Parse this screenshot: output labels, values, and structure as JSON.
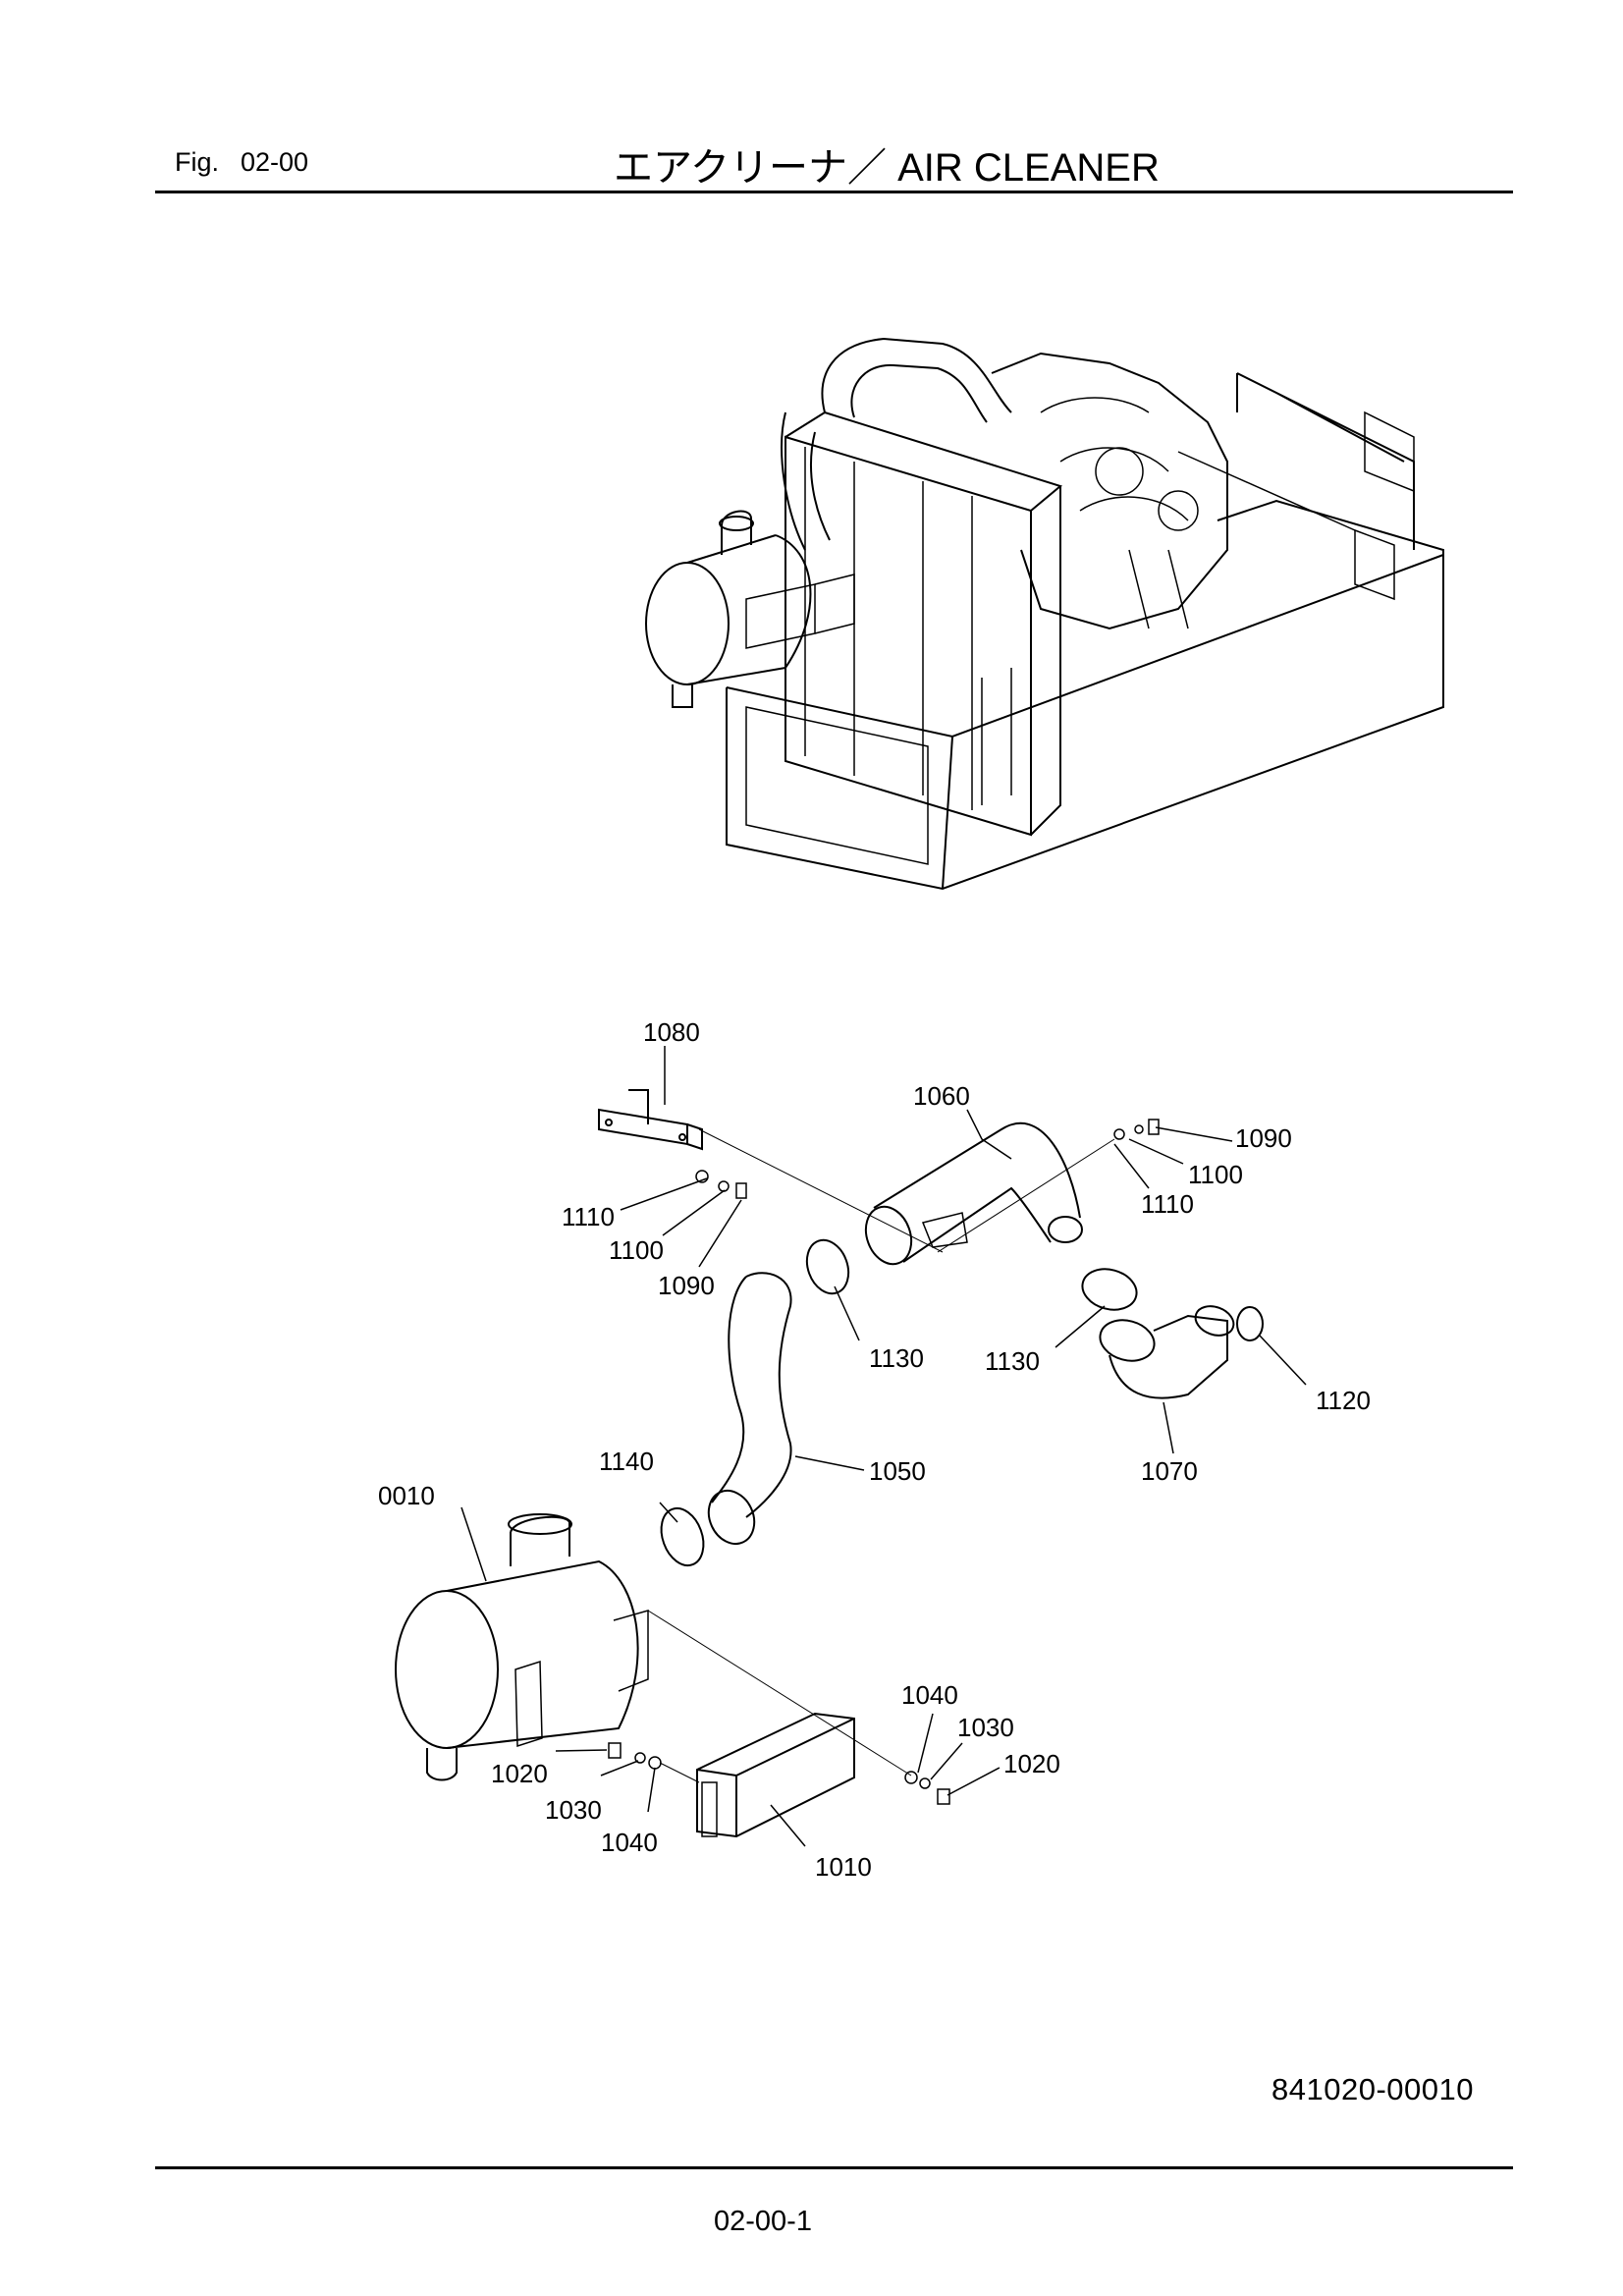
{
  "header": {
    "fig_label": "Fig.",
    "fig_number": "02-00",
    "title": "エアクリーナ／ AIR CLEANER"
  },
  "callouts": [
    "1080",
    "1060",
    "1090",
    "1100",
    "1110",
    "1110",
    "1100",
    "1090",
    "1130",
    "1130",
    "1120",
    "1070",
    "1140",
    "1050",
    "0010",
    "1040",
    "1030",
    "1020",
    "1020",
    "1030",
    "1040",
    "1010"
  ],
  "footer": {
    "drawing_number": "841020-00010",
    "page_number": "02-00-1"
  }
}
